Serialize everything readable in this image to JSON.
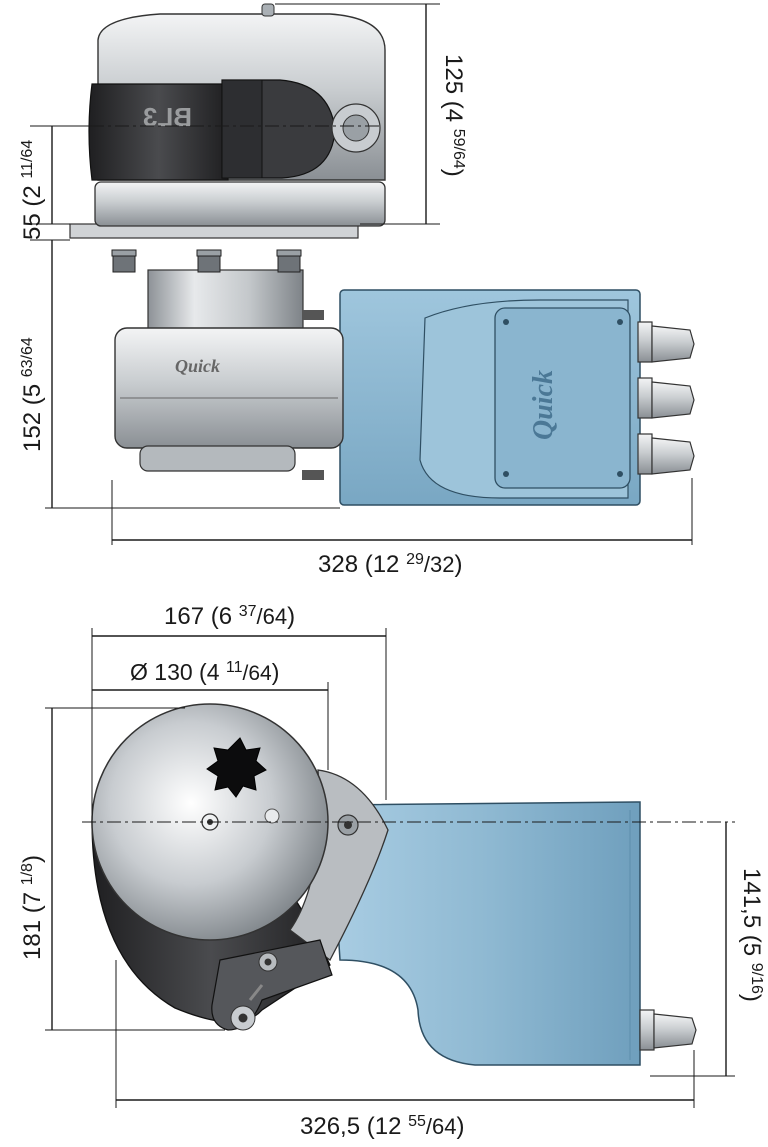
{
  "colors": {
    "housing_blue": "#8fb9d2",
    "housing_blue_dark": "#5d8eab",
    "metal_light": "#e4e6e8",
    "metal_mid": "#b7bbbf",
    "metal_dark": "#7c8186",
    "rubber": "#2b2b2d",
    "dimension_line": "#1a1a1a"
  },
  "branding": {
    "logo_text": "Quick",
    "gypsy_marking": "BL3"
  },
  "side_view": {
    "dims": {
      "top_height": {
        "main": "125 (4 ",
        "frac": "59/64",
        "close": ")"
      },
      "deck_above": {
        "main": "55 (2 ",
        "frac": "11/64",
        "close": ""
      },
      "below_deck": {
        "main": "152 (5 ",
        "frac": "63/64",
        "close": ""
      },
      "overall_length": {
        "main": "328 (12 ",
        "frac_num": "29",
        "frac_den": "/32",
        "close": ")"
      }
    }
  },
  "top_view": {
    "dims": {
      "width": {
        "main": "167 (6 ",
        "frac_num": "37",
        "frac_den": "/64",
        "close": ")"
      },
      "drum_diameter": {
        "main": "Ø 130 (4 ",
        "frac_num": "11",
        "frac_den": "/64",
        "close": ")"
      },
      "depth_left": {
        "main": "181 (7 ",
        "frac": "1/8",
        "close": ")"
      },
      "depth_right": {
        "main": "141,5 (5 ",
        "frac": "9/16",
        "close": ")"
      },
      "overall_length": {
        "main": "326,5 (12 ",
        "frac_num": "55",
        "frac_den": "/64",
        "close": ")"
      }
    }
  }
}
